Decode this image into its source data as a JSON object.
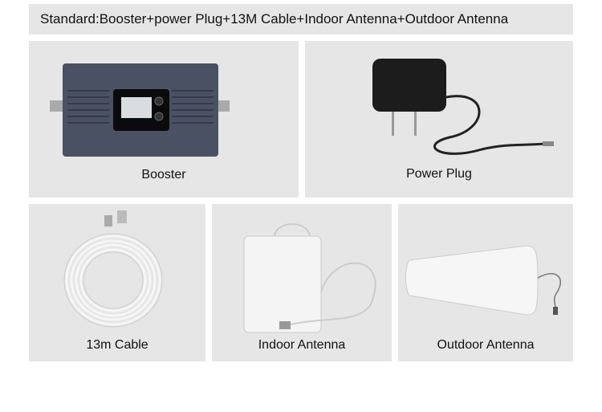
{
  "title": "Standard:Booster+power Plug+13M Cable+Indoor Antenna+Outdoor Antenna",
  "items": [
    {
      "label": "Booster"
    },
    {
      "label": "Power Plug"
    },
    {
      "label": "13m Cable"
    },
    {
      "label": "Indoor Antenna"
    },
    {
      "label": "Outdoor  Antenna"
    }
  ]
}
